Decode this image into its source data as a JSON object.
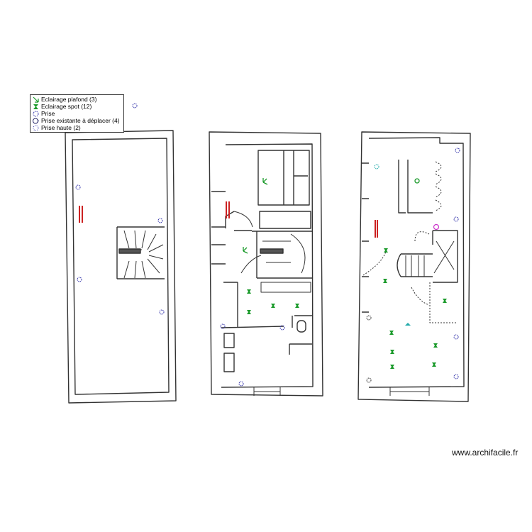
{
  "legend": {
    "items": [
      {
        "label": "Eclairage plafond (3)",
        "icon": "ceiling-light-icon",
        "color": "#1a9a2a"
      },
      {
        "label": "Eclairage spot (12)",
        "icon": "spot-light-icon",
        "color": "#1a9a2a"
      },
      {
        "label": "Prise",
        "icon": "outlet-icon",
        "color": "#3333aa"
      },
      {
        "label": "Prise existante à déplacer (4)",
        "icon": "existing-outlet-icon",
        "color": "#222266"
      },
      {
        "label": "Prise haute (2)",
        "icon": "high-outlet-icon",
        "color": "#3333aa"
      }
    ]
  },
  "watermark": "www.archifacile.fr",
  "colors": {
    "wall": "#333333",
    "light": "#1a9a2a",
    "outlet": "#3333aa",
    "radiator": "#cc2222",
    "special": "#cc33cc",
    "cyan": "#22aaaa"
  }
}
